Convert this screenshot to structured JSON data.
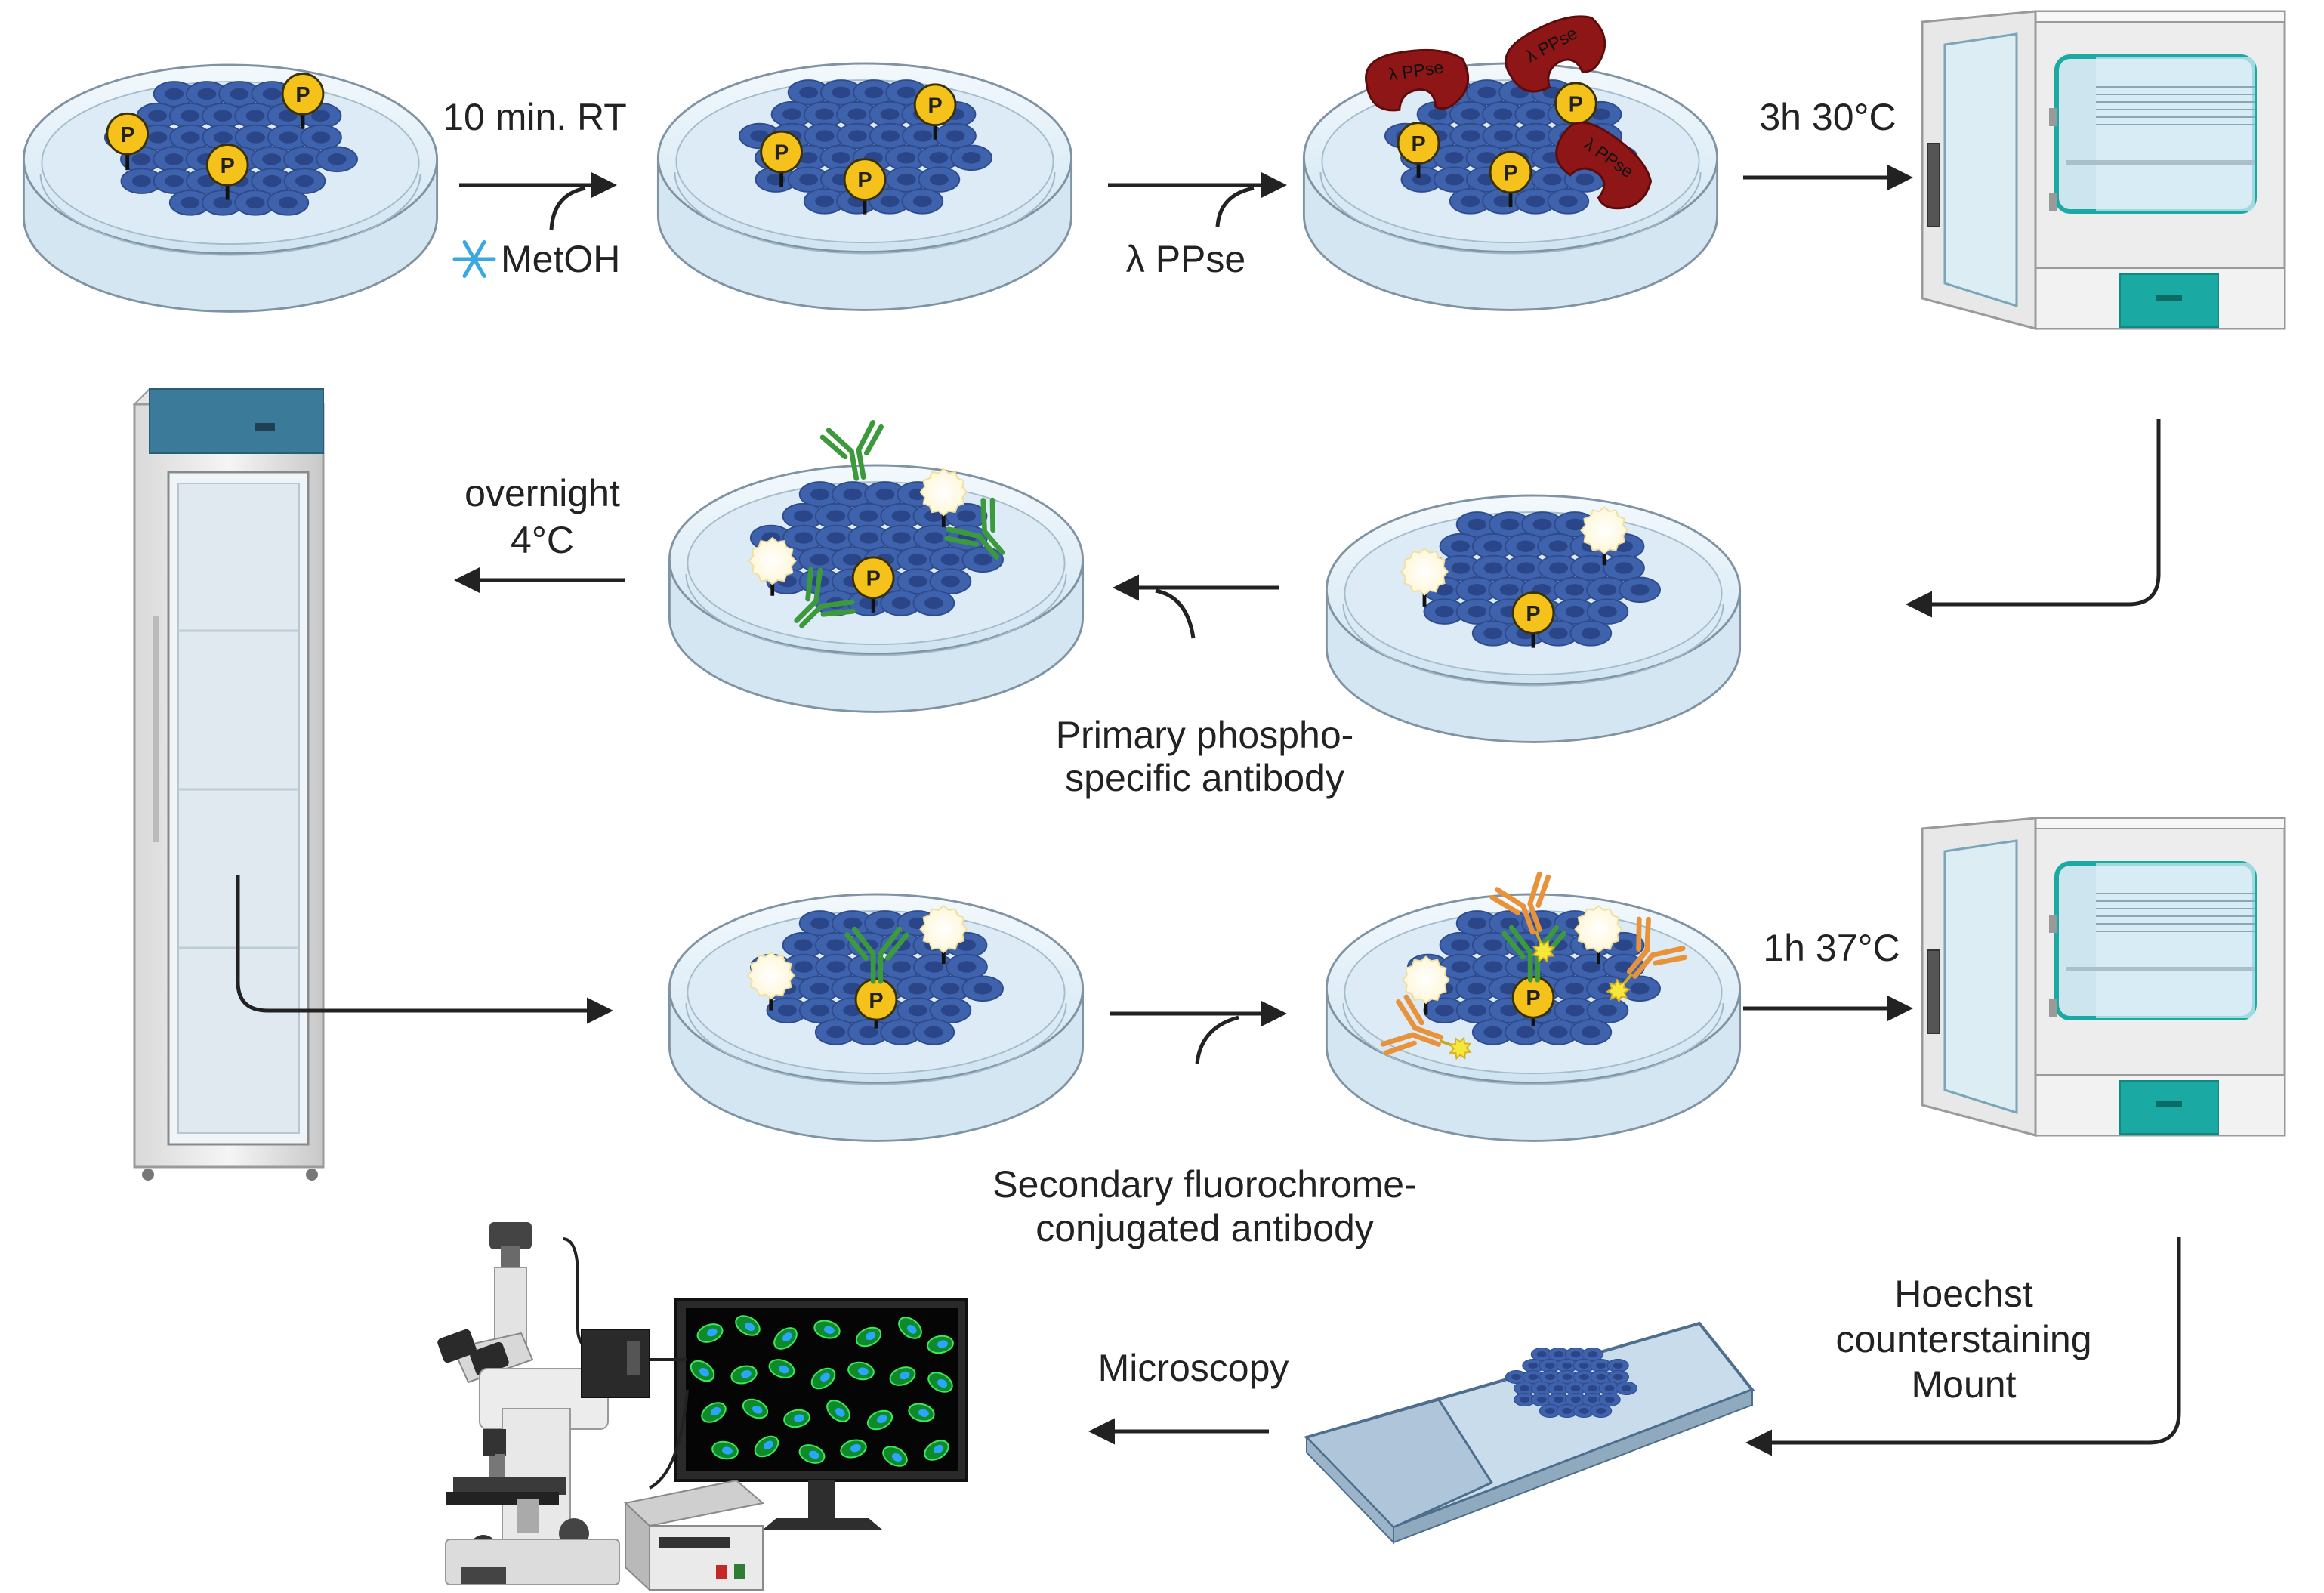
{
  "labels": {
    "step1_time": "10 min. RT",
    "step1_reagent": "MetOH",
    "step2_reagent": "λ PPse",
    "step3_incubation": "3h 30°C",
    "step4_line1": "overnight",
    "step4_line2": "4°C",
    "step5_line1": "Primary phospho-",
    "step5_line2": "specific antibody",
    "step6_incubation": "1h 37°C",
    "step7_line1": "Secondary fluorochrome-",
    "step7_line2": "conjugated antibody",
    "step8_line1": "Hoechst",
    "step8_line2": "counterstaining",
    "step8_line3": "Mount",
    "step9": "Microscopy"
  },
  "marker_text": "P",
  "enzyme_text": "λ PPse",
  "icons": [
    "snowflake-icon",
    "petri-dish-icon",
    "incubator-icon",
    "refrigerator-icon",
    "microscope-icon",
    "monitor-icon",
    "slide-icon"
  ],
  "colors": {
    "cell_fill": "#3f62ad",
    "cell_nucleus": "#2a4688",
    "phospho_marker": "#f4c21b",
    "enzyme": "#8e1616",
    "primary_antibody": "#3c9a3c",
    "secondary_antibody": "#e8923a",
    "fluorophore": "#f5e83a",
    "arrow": "#222222",
    "incubator_accent": "#1aa9a3",
    "fridge_accent": "#3b7a99",
    "snowflake": "#3aa8e0"
  }
}
